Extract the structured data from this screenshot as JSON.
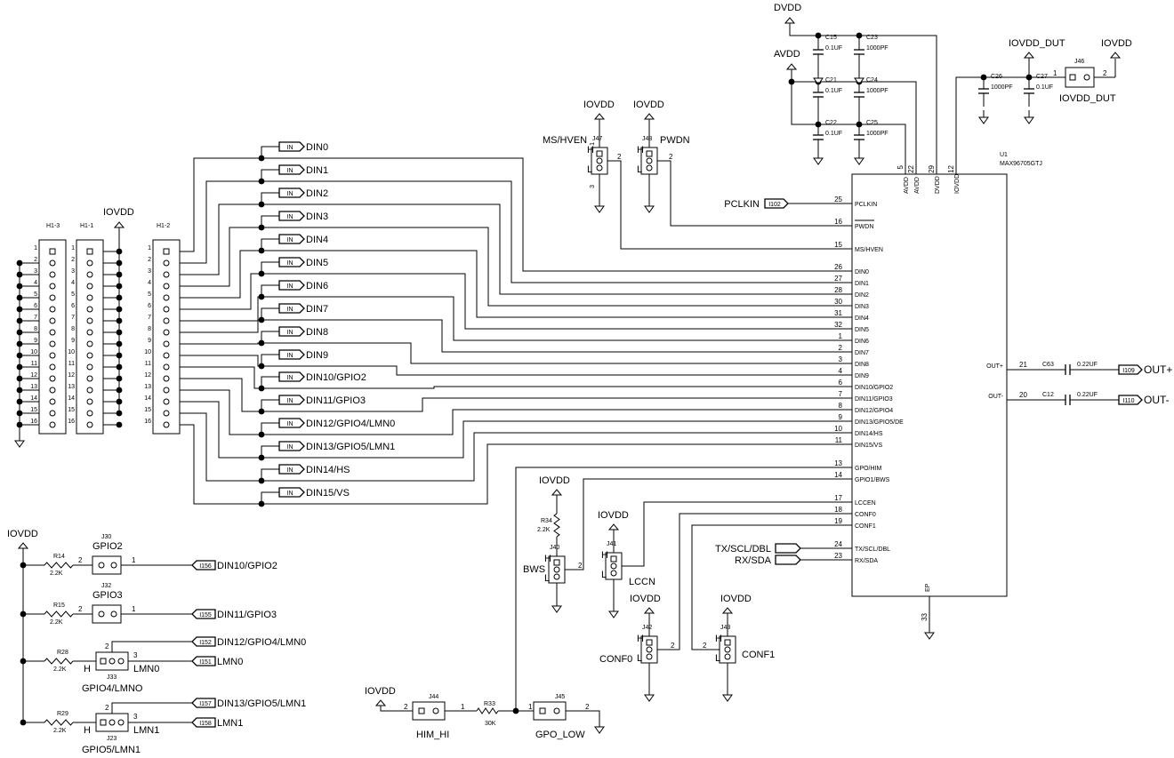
{
  "power": {
    "dvdd": "DVDD",
    "avdd": "AVDD",
    "iovdd": "IOVDD",
    "iovdd_dut": "IOVDD_DUT"
  },
  "caps": [
    {
      "ref": "C15",
      "value": "0.1UF"
    },
    {
      "ref": "C23",
      "value": "1000PF"
    },
    {
      "ref": "C21",
      "value": "0.1UF"
    },
    {
      "ref": "C24",
      "value": "1000PF"
    },
    {
      "ref": "C22",
      "value": "0.1UF"
    },
    {
      "ref": "C25",
      "value": "1000PF"
    },
    {
      "ref": "C26",
      "value": "1000PF"
    },
    {
      "ref": "C27",
      "value": "0.1UF"
    },
    {
      "ref": "C63",
      "value": "0.22UF"
    },
    {
      "ref": "C12",
      "value": "0.22UF"
    }
  ],
  "ic": {
    "ref": "U1",
    "part": "MAX96705GTJ",
    "top_pins": [
      {
        "num": "5",
        "name": "AVDD"
      },
      {
        "num": "22",
        "name": "AVDD"
      },
      {
        "num": "29",
        "name": "DVDD"
      },
      {
        "num": "12",
        "name": "IOVDD"
      }
    ],
    "left_pins": [
      {
        "num": "25",
        "name": "PCLKIN"
      },
      {
        "num": "16",
        "name": "PWDN"
      },
      {
        "num": "15",
        "name": "MS/HVEN"
      },
      {
        "num": "26",
        "name": "DIN0"
      },
      {
        "num": "27",
        "name": "DIN1"
      },
      {
        "num": "28",
        "name": "DIN2"
      },
      {
        "num": "30",
        "name": "DIN3"
      },
      {
        "num": "31",
        "name": "DIN4"
      },
      {
        "num": "32",
        "name": "DIN5"
      },
      {
        "num": "1",
        "name": "DIN6"
      },
      {
        "num": "2",
        "name": "DIN7"
      },
      {
        "num": "3",
        "name": "DIN8"
      },
      {
        "num": "4",
        "name": "DIN9"
      },
      {
        "num": "6",
        "name": "DIN10/GPIO2"
      },
      {
        "num": "7",
        "name": "DIN11/GPIO3"
      },
      {
        "num": "8",
        "name": "DIN12/GPIO4"
      },
      {
        "num": "9",
        "name": "DIN13/GPIO5/DE"
      },
      {
        "num": "10",
        "name": "DIN14/HS"
      },
      {
        "num": "11",
        "name": "DIN15/VS"
      },
      {
        "num": "13",
        "name": "GPO/HIM"
      },
      {
        "num": "14",
        "name": "GPIO1/BWS"
      },
      {
        "num": "17",
        "name": "LCCEN"
      },
      {
        "num": "18",
        "name": "CONF0"
      },
      {
        "num": "19",
        "name": "CONF1"
      },
      {
        "num": "24",
        "name": "TX/SCL/DBL"
      },
      {
        "num": "23",
        "name": "RX/SDA"
      }
    ],
    "right_pins": [
      {
        "num": "21",
        "name": "OUT+"
      },
      {
        "num": "20",
        "name": "OUT-"
      }
    ],
    "bottom_pin": {
      "num": "33",
      "name": "EP"
    }
  },
  "din_labels": [
    "DIN0",
    "DIN1",
    "DIN2",
    "DIN3",
    "DIN4",
    "DIN5",
    "DIN6",
    "DIN7",
    "DIN8",
    "DIN9",
    "DIN10/GPIO2",
    "DIN11/GPIO3",
    "DIN12/GPIO4/LMN0",
    "DIN13/GPIO5/LMN1",
    "DIN14/HS",
    "DIN15/VS"
  ],
  "offpage_tag": "IN",
  "headers": {
    "h1_3": "H1-3",
    "h1_1": "H1-1",
    "h1_2": "H1-2",
    "pins": [
      "1",
      "2",
      "3",
      "4",
      "5",
      "6",
      "7",
      "8",
      "9",
      "10",
      "11",
      "12",
      "13",
      "14",
      "15",
      "16"
    ]
  },
  "signals": {
    "pclkin": "PCLKIN",
    "pclkin_tag": "I102",
    "txscl": "TX/SCL/DBL",
    "rxsda": "RX/SDA",
    "outp": "OUT+",
    "outp_tag": "I109",
    "outn": "OUT-",
    "outn_tag": "I110",
    "outp_pin": "OUT+",
    "outn_pin": "OUT-"
  },
  "jumpers": {
    "j47": {
      "ref": "J47",
      "name": "MS/HVEN"
    },
    "j48": {
      "ref": "J48",
      "name": "PWDN"
    },
    "j46": {
      "ref": "J46",
      "name": "IOVDD_DUT"
    },
    "j40": {
      "ref": "J40",
      "name": "BWS"
    },
    "j41": {
      "ref": "J41",
      "name": "LCCN"
    },
    "j42": {
      "ref": "J42",
      "name": "CONF0"
    },
    "j43": {
      "ref": "J43",
      "name": "CONF1"
    },
    "j44": {
      "ref": "J44",
      "name": "HIM_HI"
    },
    "j45": {
      "ref": "J45",
      "name": "GPO_LOW"
    },
    "j30": {
      "ref": "J30",
      "name": "GPIO2"
    },
    "j32": {
      "ref": "J32",
      "name": "GPIO3"
    },
    "j33": {
      "ref": "J33",
      "name": "GPIO4/LMNO"
    },
    "j23": {
      "ref": "J23",
      "name": "GPIO5/LMN1"
    },
    "h": "H",
    "l": "L"
  },
  "resistors": {
    "r34": {
      "ref": "R34",
      "value": "2.2K"
    },
    "r33": {
      "ref": "R33",
      "value": "30K"
    },
    "r14": {
      "ref": "R14",
      "value": "2.2K"
    },
    "r15": {
      "ref": "R15",
      "value": "2.2K"
    },
    "r28": {
      "ref": "R28",
      "value": "2.2K"
    },
    "r29": {
      "ref": "R29",
      "value": "2.2K"
    }
  },
  "gpio_nets": [
    {
      "tag": "I156",
      "net": "DIN10/GPIO2"
    },
    {
      "tag": "I155",
      "net": "DIN11/GPIO3"
    },
    {
      "tag": "I152",
      "net": "DIN12/GPIO4/LMN0"
    },
    {
      "tag": "I151",
      "net": "LMN0"
    },
    {
      "tag": "I157",
      "net": "DIN13/GPIO5/LMN1"
    },
    {
      "tag": "I158",
      "net": "LMN1"
    }
  ],
  "lmn": {
    "lmn0": "LMN0",
    "lmn1": "LMN1"
  }
}
